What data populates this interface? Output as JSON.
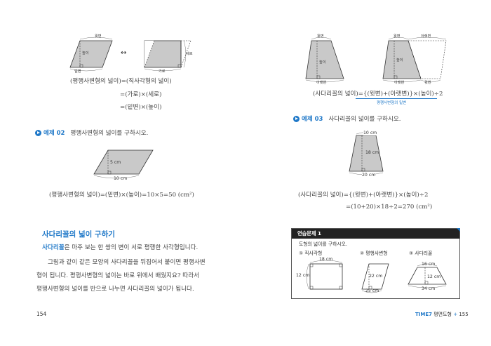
{
  "left": {
    "fig1": {
      "para_top": "윗변",
      "para_height": "높이",
      "para_bottom": "밑변",
      "arrow": "↔",
      "rect_side": "세로",
      "rect_bottom": "가로"
    },
    "equations": {
      "eq1": "(평행사변형의 넓이)=(직사각형의 넓이)",
      "eq2": "=(가로)×(세로)",
      "eq3": "=(밑변)×(높이)"
    },
    "example2": {
      "label": "예제 02",
      "text": "평행사변형의 넓이를 구하시오.",
      "height_label": "5 cm",
      "base_label": "10 cm",
      "answer": "(평행사변형의 넓이)=(밑변)×(높이)=10×5=50 (cm²)"
    },
    "section": {
      "heading": "사다리꼴의 넓이 구하기",
      "line1_hl": "사다리꼴",
      "line1_rest": "은 마주 보는 한 쌍의 변이 서로 평행한 사각형입니다.",
      "line2": "그림과 같이 같은 모양의 사다리꼴을 뒤집어서 붙이면 평행사변",
      "line3": "형이 됩니다. 평행사변형의 넓이는 바로 위에서 배웠지요? 따라서",
      "line4": "평행사변형의 넓이를 반으로 나누면 사다리꼴의 넓이가 됩니다."
    },
    "page_number": "154"
  },
  "right": {
    "fig2": {
      "t1_top": "윗변",
      "t1_height": "높이",
      "t1_bottom": "아랫변",
      "t2_top": "윗변",
      "t2_top2": "아랫변",
      "t2_height": "높이",
      "t2_bottom": "아랫변",
      "t2_bottom2": "윗변"
    },
    "trap_eq": "(사다리꼴의 넓이)={(윗변)+(아랫변)}×(높이)÷2",
    "trap_note": "평행사변형의 밑변",
    "example3": {
      "label": "예제 03",
      "text": "사다리꼴의 넓이를 구하시오.",
      "top_label": "10 cm",
      "height_label": "18 cm",
      "bottom_label": "20 cm",
      "ans1": "(사다리꼴의 넓이)={(윗변)+(아랫변)}×(높이)÷2",
      "ans2": "=(10+20)×18÷2=270 (cm²)"
    },
    "practice": {
      "title": "연습문제 1",
      "prompt": "도형의 넓이를 구하시오.",
      "item1": "① 직사각형",
      "item2": "② 평행사변형",
      "item3": "③ 사다리꼴",
      "rect_w": "18 cm",
      "rect_h": "12 cm",
      "para_h": "22 cm",
      "para_b": "25 cm",
      "trap_t": "16 cm",
      "trap_h": "12 cm",
      "trap_b": "34 cm"
    },
    "footer": {
      "time": "TIME7",
      "chapter": "평면도형",
      "plus": "+",
      "page_number": "155"
    }
  }
}
